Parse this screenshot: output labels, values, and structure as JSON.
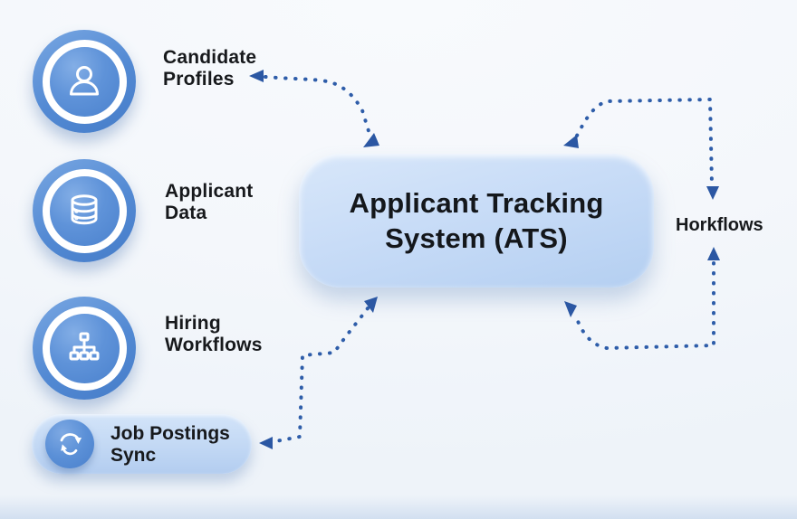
{
  "center_box": {
    "label_line1": "Applicant Tracking",
    "label_line2": "System (ATS)"
  },
  "left_items": [
    {
      "id": "candidate-profiles",
      "icon": "user-icon",
      "label_line1": "Candidate",
      "label_line2": "Profiles"
    },
    {
      "id": "applicant-data",
      "icon": "database-icon",
      "label_line1": "Applicant",
      "label_line2": "Data"
    },
    {
      "id": "hiring-workflows",
      "icon": "sitemap-icon",
      "label_line1": "Hiring",
      "label_line2": "Workflows"
    },
    {
      "id": "job-postings-sync",
      "icon": "sync-icon",
      "label_line1": "Job Postings",
      "label_line2": "Sync"
    }
  ],
  "right_label": {
    "text": "Horkflows"
  },
  "connectors": [
    {
      "from": "Candidate Profiles",
      "to": "Applicant Tracking System (ATS)",
      "style": "dotted",
      "arrowheads": "both"
    },
    {
      "from": "Applicant Tracking System (ATS)",
      "to": "Horkflows",
      "style": "dotted",
      "arrowheads": "both"
    },
    {
      "from": "Horkflows",
      "to": "Applicant Tracking System (ATS)",
      "style": "dotted",
      "arrowheads": "both"
    },
    {
      "from": "Applicant Tracking System (ATS)",
      "to": "Job Postings Sync",
      "style": "dotted",
      "arrowheads": "both"
    }
  ],
  "colors": {
    "arrow": "#2e5da9",
    "badge_blue": "#4d83cf",
    "badge_light": "#7fabe4",
    "box_fill_top": "#d8e7fa",
    "box_fill_bottom": "#b4cff1",
    "text": "#17191c",
    "background": "#f4f7fb"
  }
}
